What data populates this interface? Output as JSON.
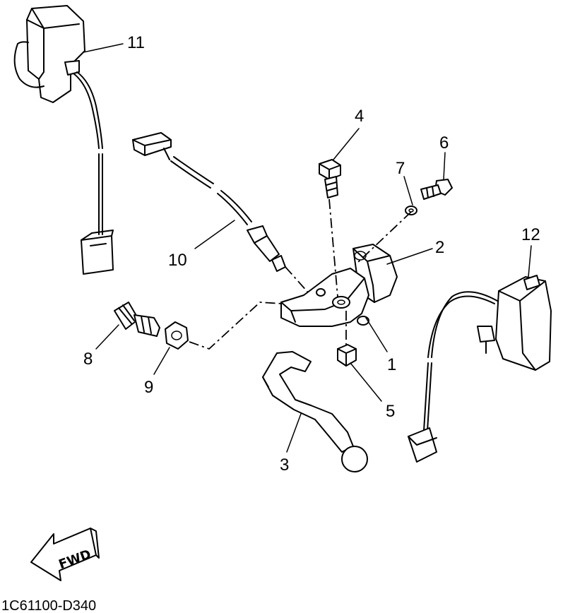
{
  "callouts": [
    {
      "id": "1",
      "label": "1"
    },
    {
      "id": "2",
      "label": "2"
    },
    {
      "id": "3",
      "label": "3"
    },
    {
      "id": "4",
      "label": "4"
    },
    {
      "id": "5",
      "label": "5"
    },
    {
      "id": "6",
      "label": "6"
    },
    {
      "id": "7",
      "label": "7"
    },
    {
      "id": "8",
      "label": "8"
    },
    {
      "id": "9",
      "label": "9"
    },
    {
      "id": "10",
      "label": "10"
    },
    {
      "id": "11",
      "label": "11"
    },
    {
      "id": "12",
      "label": "12"
    }
  ],
  "direction_marker": {
    "label": "FWD"
  },
  "diagram_code": "1C61100-D340"
}
